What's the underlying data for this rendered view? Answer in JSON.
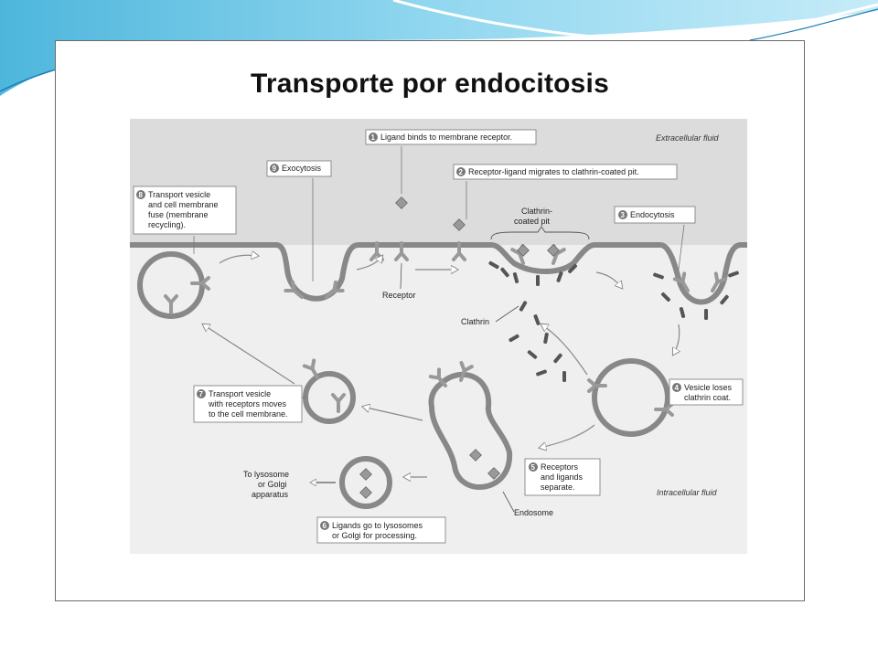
{
  "title": "Transporte por endocitosis",
  "regions": {
    "extracellular": "Extracellular fluid",
    "intracellular": "Intracellular fluid"
  },
  "steps": [
    {
      "num": "1",
      "lines": [
        "Ligand binds to membrane receptor."
      ]
    },
    {
      "num": "2",
      "lines": [
        "Receptor-ligand migrates to clathrin-coated pit."
      ]
    },
    {
      "num": "3",
      "lines": [
        "Endocytosis"
      ]
    },
    {
      "num": "4",
      "lines": [
        "Vesicle loses",
        "clathrin coat."
      ]
    },
    {
      "num": "5",
      "lines": [
        "Receptors",
        "and ligands",
        "separate."
      ]
    },
    {
      "num": "6",
      "lines": [
        "Ligands go to lysosomes",
        "or Golgi for processing."
      ]
    },
    {
      "num": "7",
      "lines": [
        "Transport vesicle",
        "with receptors moves",
        "to the cell membrane."
      ]
    },
    {
      "num": "8",
      "lines": [
        "Transport vesicle",
        "and cell membrane",
        "fuse (membrane",
        "recycling)."
      ]
    },
    {
      "num": "9",
      "lines": [
        "Exocytosis"
      ]
    }
  ],
  "labels": {
    "pit": [
      "Clathrin-",
      "coated pit"
    ],
    "receptor": "Receptor",
    "clathrin": "Clathrin",
    "endosome": "Endosome",
    "lysosome": [
      "To lysosome",
      "or Golgi",
      "apparatus"
    ]
  },
  "colors": {
    "extracellular_bg": "#dcdcdc",
    "intracellular_bg": "#efefef",
    "membrane": "#888888",
    "clathrin": "#555555"
  }
}
